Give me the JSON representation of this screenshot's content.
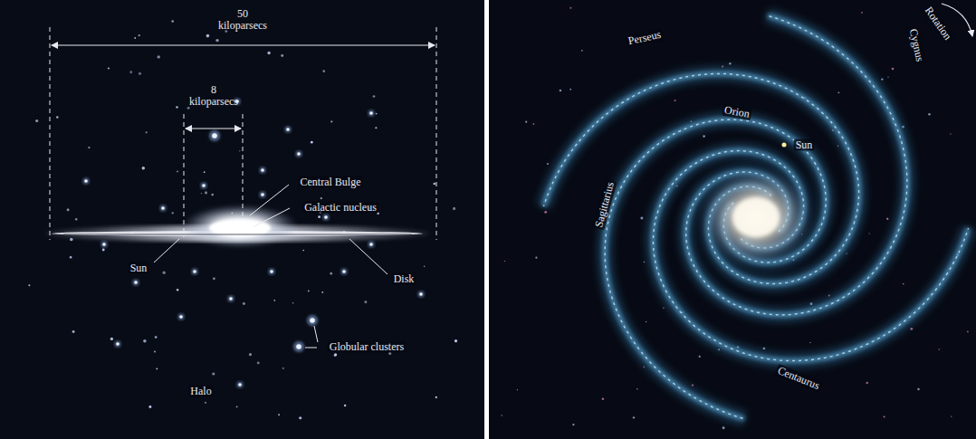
{
  "diagram": {
    "labels": [
      "50 kiloparsecs",
      "8 kiloparsecs",
      "Central Bulge",
      "Galactic nucleus",
      "Sun",
      "Disk",
      "Globular clusters",
      "Halo",
      "Perseus",
      "Cygnus",
      "Rotation",
      "Orion",
      "Sun",
      "Sagittarius",
      "Centaurus"
    ]
  }
}
